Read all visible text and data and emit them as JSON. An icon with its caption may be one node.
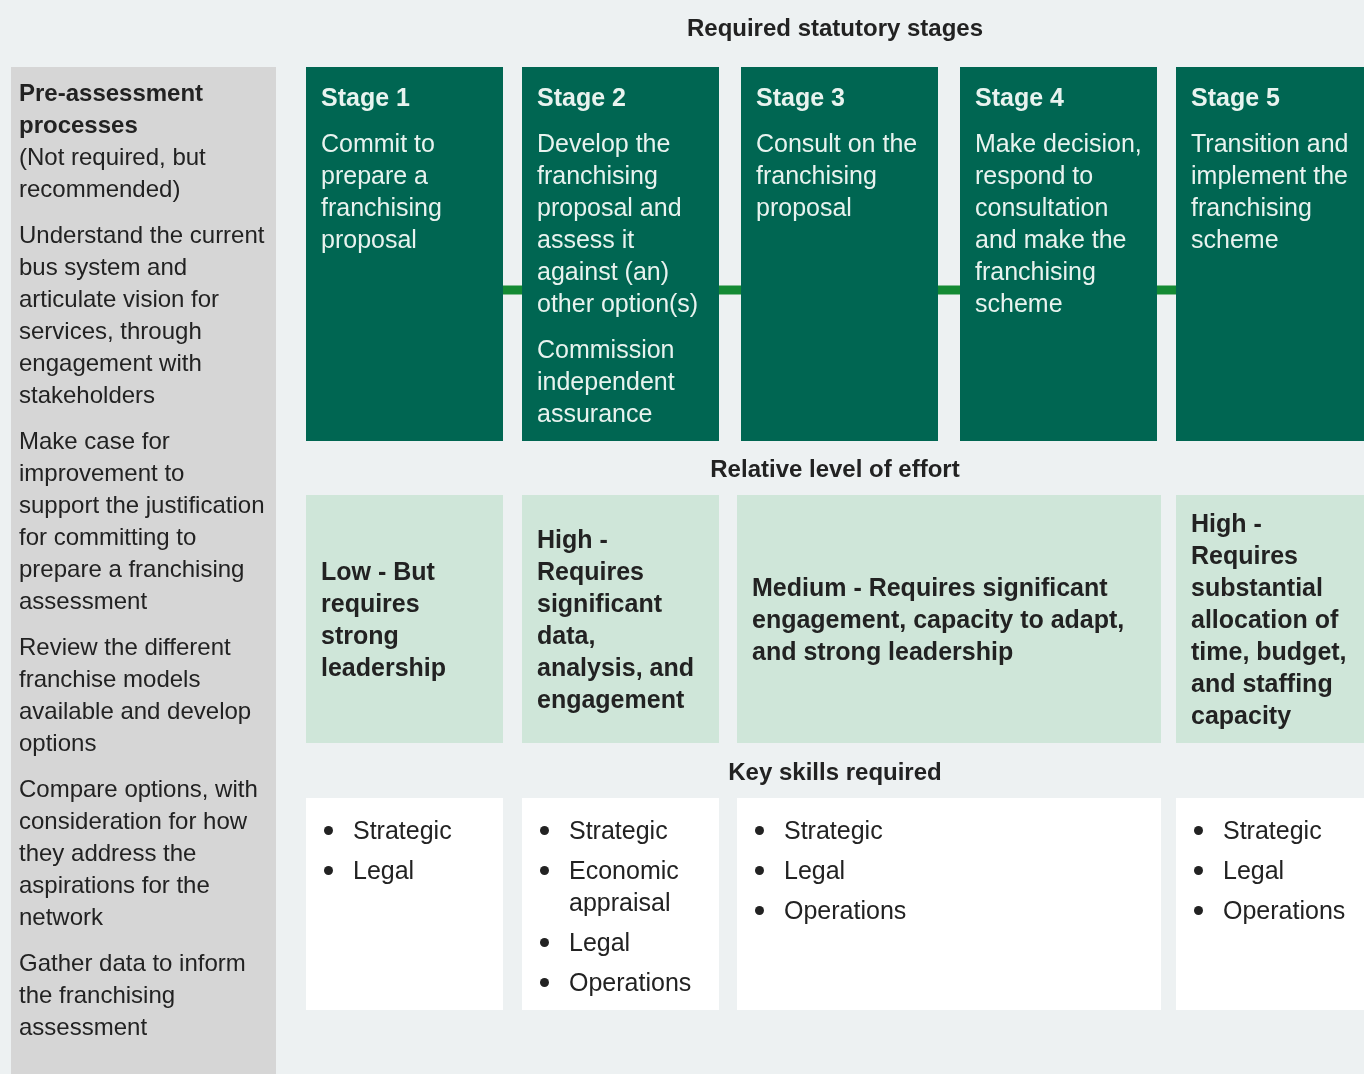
{
  "diagram": {
    "title": "Required statutory stages",
    "nodes": [
      {
        "text": [
          "Pre-assessment processes",
          "(Not required, but recommended)",
          "Understand the current bus system and articulate vision for services, through engagement with stakeholders",
          "Make case for improvement to support the justification for committing to prepare a franchising assessment",
          "Review the different franchise models available and develop options",
          "Compare options, with consideration for how they address the aspirations for the network",
          "Gather data to inform the franchising assessment"
        ]
      },
      {
        "text": [
          "Stage 1",
          "Commit to prepare a franchising proposal"
        ]
      },
      {
        "text": [
          "Stage 2",
          "Develop the franchising proposal and assess it against (an) other option(s)",
          "Commission independent assurance"
        ]
      },
      {
        "text": [
          "Stage 3",
          "Consult on the franchising proposal"
        ]
      },
      {
        "text": [
          "Stage 4",
          "Make decision, respond to consultation and make the franchising scheme"
        ]
      },
      {
        "text": [
          "Stage 5",
          "Transition and implement the franchising scheme"
        ]
      },
      {
        "text": [
          "Low - But requires strong leadership"
        ]
      },
      {
        "text": [
          "High - Requires significant data, analysis, and engagement"
        ]
      },
      {
        "text": [
          "Medium - Requires significant engagement, capacity to adapt, and strong leadership"
        ]
      },
      {
        "text": [
          "High - Requires substantial allocation of time, budget, and staffing capacity"
        ]
      },
      {
        "text": [
          "Strategic",
          "Legal"
        ]
      },
      {
        "text": [
          "Strategic",
          "Economic appraisal",
          "Legal",
          "Operations"
        ]
      },
      {
        "text": [
          "Strategic",
          "Legal",
          "Operations"
        ]
      },
      {
        "text": [
          "Strategic",
          "Legal",
          "Operations"
        ]
      }
    ],
    "edges": [
      {
        "from": 1,
        "to": 2,
        "arrow": "none"
      },
      {
        "from": 2,
        "to": 3,
        "arrow": "none"
      },
      {
        "from": 3,
        "to": 4,
        "arrow": "none"
      },
      {
        "from": 4,
        "to": 5,
        "arrow": "none"
      }
    ],
    "labels": [
      "Relative level of effort",
      "Key skills required"
    ]
  }
}
